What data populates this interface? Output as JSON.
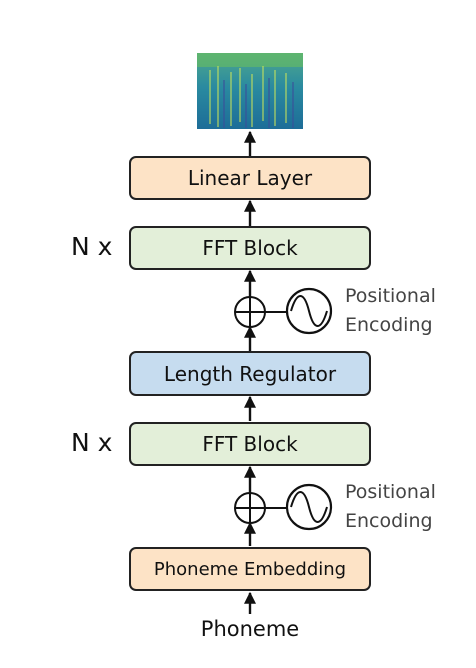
{
  "diagram": {
    "linear_layer": "Linear Layer",
    "fft_block_top": "FFT Block",
    "fft_block_bottom": "FFT Block",
    "repeat_top": "N x",
    "repeat_bottom": "N x",
    "length_regulator": "Length Regulator",
    "phoneme_embedding": "Phoneme Embedding",
    "input_label": "Phoneme",
    "pos_enc_top": {
      "line1": "Positional",
      "line2": "Encoding"
    },
    "pos_enc_bottom": {
      "line1": "Positional",
      "line2": "Encoding"
    }
  },
  "colors": {
    "orange_block": "#fde3c6",
    "green_block": "#e3efd9",
    "blue_block": "#c6dcef",
    "stroke": "#222222"
  }
}
